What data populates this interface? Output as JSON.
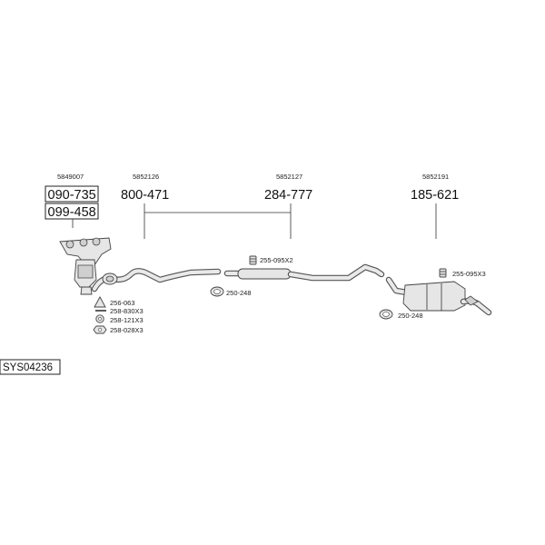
{
  "system_code": "SYS04236",
  "parts": {
    "manifold": {
      "ref": "5849007",
      "numbers": [
        "090-735",
        "099-458"
      ]
    },
    "front_pipe": {
      "ref": "5852126",
      "number": "800-471"
    },
    "middle_silencer": {
      "ref": "5852127",
      "number": "284-777"
    },
    "rear_silencer": {
      "ref": "5852191",
      "number": "185-621"
    }
  },
  "accessories": [
    {
      "label": "256-063",
      "icon": "gasket-icon"
    },
    {
      "label": "258-830X3",
      "icon": "stud-icon"
    },
    {
      "label": "258-121X3",
      "icon": "washer-icon"
    },
    {
      "label": "258-028X3",
      "icon": "nut-icon"
    },
    {
      "label": "255-095X2",
      "icon": "clamp-icon"
    },
    {
      "label": "250-248",
      "icon": "rubber-mount-icon"
    },
    {
      "label": "255-095X3",
      "icon": "clamp-icon"
    },
    {
      "label": "250-248",
      "icon": "rubber-mount-icon"
    }
  ]
}
